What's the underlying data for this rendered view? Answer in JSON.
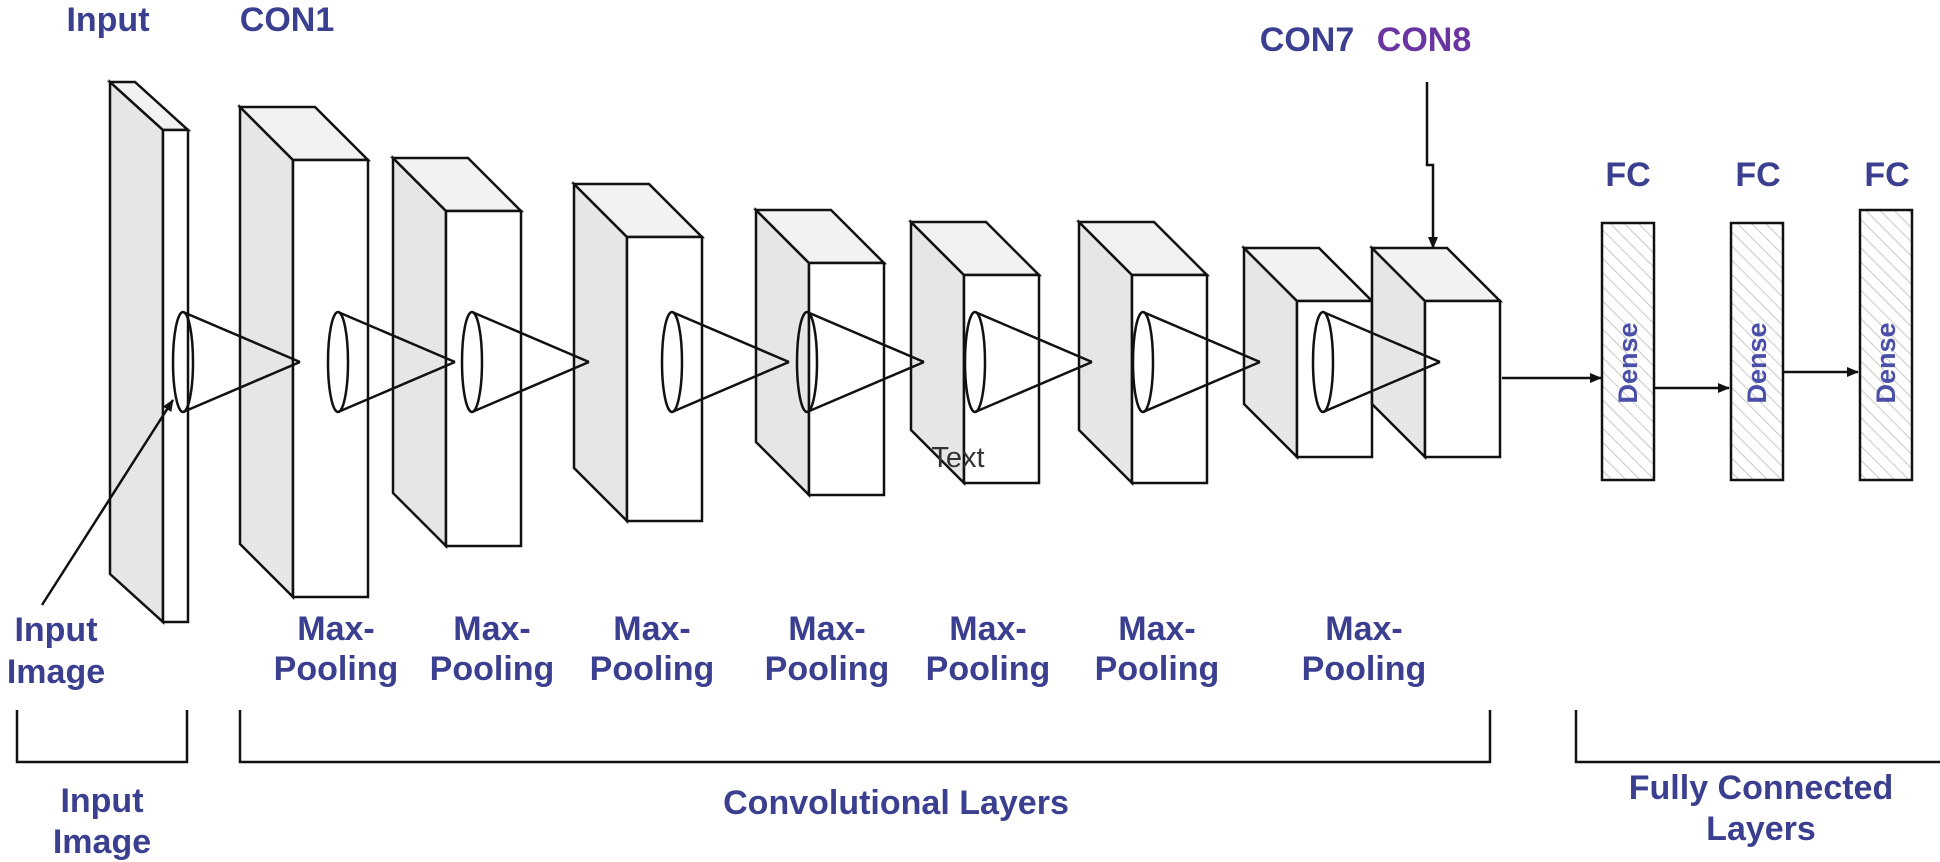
{
  "colors": {
    "label": "#3b3f8f",
    "con8_label": "#6a35a0",
    "block_face": "#ffffff",
    "block_side": "#e6e6e6",
    "stroke": "#111111"
  },
  "labels": {
    "input_top": "Input",
    "con1": "CON1",
    "con7": "CON7",
    "con8": "CON8",
    "input_image_line1": "Input",
    "input_image_line2": "Image",
    "stray_text": "Text"
  },
  "maxpool_line1": "Max-",
  "maxpool_line2": "Pooling",
  "maxpool_count": 7,
  "fc": {
    "label": "FC",
    "dense_label": "Dense",
    "count": 3
  },
  "sections": {
    "input": {
      "line1": "Input",
      "line2": "Image"
    },
    "conv": "Convolutional Layers",
    "fc": {
      "line1": "Fully Connected",
      "line2": "Layers"
    }
  },
  "icons": {
    "cone": "cone-icon",
    "arrow": "arrow-icon"
  }
}
